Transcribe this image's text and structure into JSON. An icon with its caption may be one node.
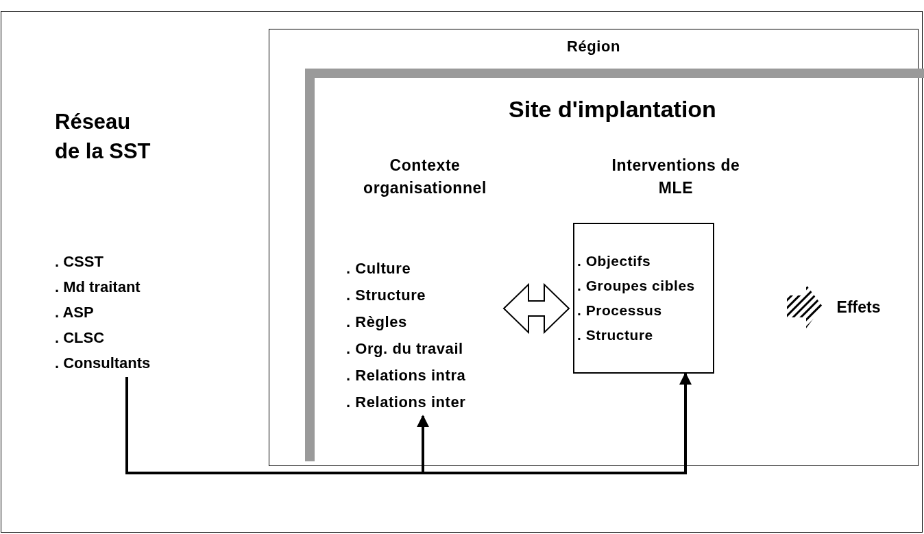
{
  "diagram": {
    "nodes": [
      {
        "text": [
          "Réseau de la SST",
          ". CSST",
          ". Md traitant",
          ". ASP",
          ". CLSC",
          ". Consultants"
        ]
      },
      {
        "text": [
          "Région"
        ]
      },
      {
        "text": [
          "Site d'implantation"
        ],
        "in": 1
      },
      {
        "text": [
          "Contexte organisationnel",
          ". Culture",
          ". Structure",
          ". Règles",
          ". Org. du travail",
          ". Relations intra",
          ". Relations inter"
        ],
        "in": 2
      },
      {
        "text": [
          "Interventions de MLE",
          ". Objectifs",
          ". Groupes cibles",
          ". Processus",
          ". Structure"
        ],
        "in": 2
      },
      {
        "text": [
          "Effets"
        ],
        "in": 2
      }
    ],
    "edges": [
      {
        "from": 0,
        "to": 3,
        "arrow": "to"
      },
      {
        "from": 0,
        "to": 4,
        "arrow": "to"
      },
      {
        "from": 3,
        "to": 4,
        "arrow": "both"
      },
      {
        "from": 4,
        "to": 5,
        "arrow": "to"
      }
    ]
  }
}
